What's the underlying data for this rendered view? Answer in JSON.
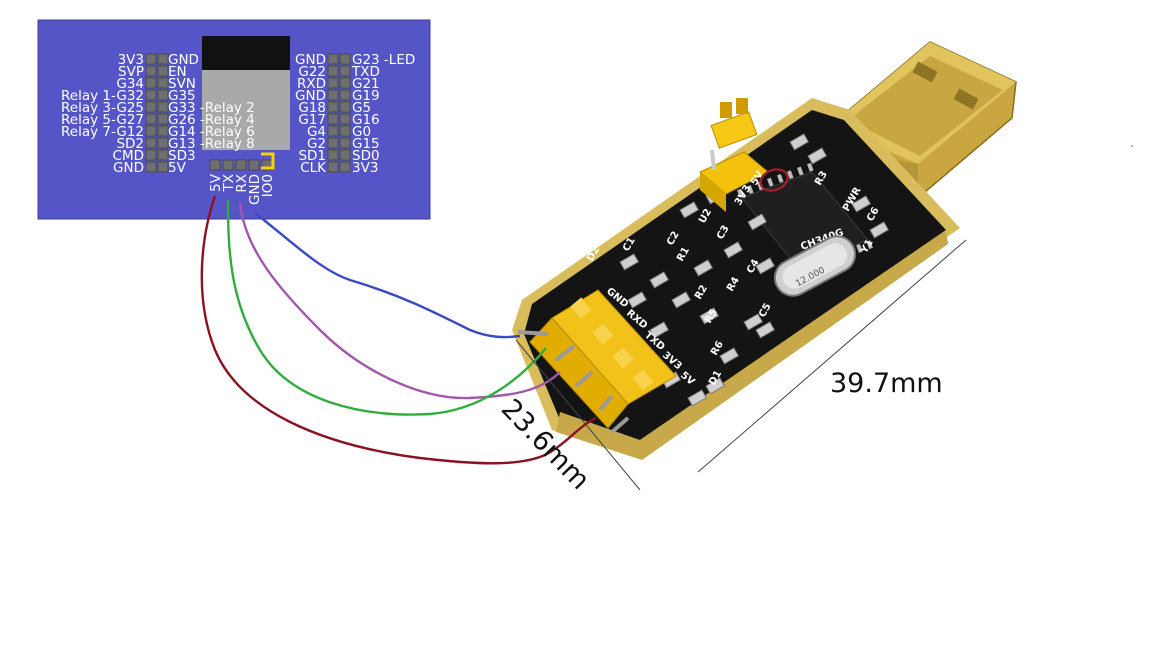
{
  "board": {
    "colors": {
      "panel": "#5555c8",
      "module": "#111111",
      "module_shield": "#a9a9a9",
      "pin": "#6f6f6f",
      "jumper": "#f5d400"
    },
    "left_labels": [
      "3V3",
      "SVP",
      "G34",
      "Relay 1-G32",
      "Relay 3-G25",
      "Relay 5-G27",
      "Relay 7-G12",
      "SD2",
      "CMD",
      "GND"
    ],
    "left_inner_labels": [
      "GND",
      "EN",
      "SVN",
      "G35",
      "G33 -Relay 2",
      "G26 -Relay 4",
      "G14 -Relay 6",
      "G13 -Relay 8",
      "SD3",
      "5V"
    ],
    "right_inner_labels": [
      "GND",
      "G22",
      "RXD",
      "GND",
      "G18",
      "G17",
      "G4",
      "G2",
      "SD1",
      "CLK"
    ],
    "right_labels": [
      "G23 -LED",
      "TXD",
      "G21",
      "G19",
      "G5",
      "G16",
      "G0",
      "G15",
      "SD0",
      "3V3"
    ],
    "bottom_header_labels": [
      "5V",
      "TX",
      "RX",
      "GND",
      "IO0"
    ]
  },
  "adapter": {
    "colors": {
      "pcb": "#111111",
      "gold": "#d9bd5c",
      "connector": "#f2c21a"
    },
    "silkscreen": {
      "pins": [
        "GND",
        "RXD",
        "TXD",
        "3V3",
        "5V"
      ],
      "components": [
        "D2",
        "C1",
        "C2",
        "C3",
        "C4",
        "C5",
        "C6",
        "R1",
        "R2",
        "R3",
        "R4",
        "R5",
        "R6",
        "U2",
        "Y1",
        "D1",
        "PWR",
        "3V3",
        "5V"
      ],
      "chip_text": [
        "CH340G"
      ],
      "crystal_text": [
        "12.000"
      ]
    }
  },
  "wires": {
    "colors": {
      "gnd": "#3a49c4",
      "rx": "#a455ae",
      "tx": "#2fae3d",
      "five_v": "#8a1222"
    }
  },
  "dimensions": {
    "length": "39.7mm",
    "width": "23.6mm"
  }
}
